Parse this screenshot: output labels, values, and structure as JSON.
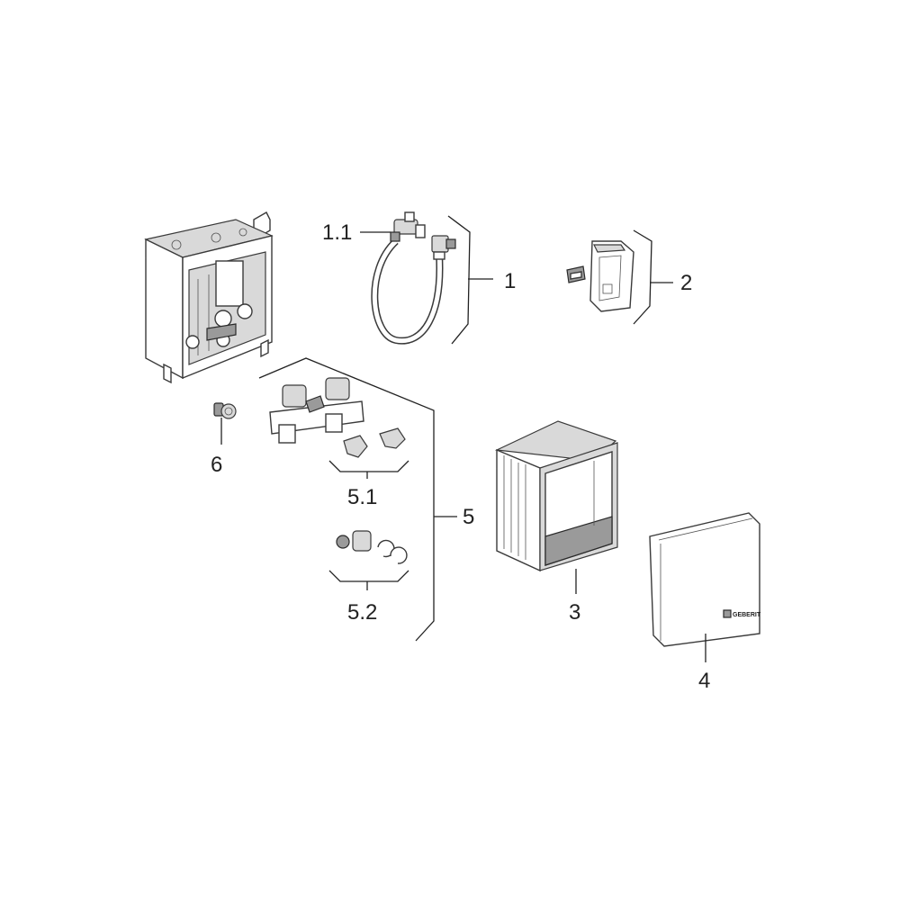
{
  "callouts": {
    "c1_1": "1.1",
    "c1": "1",
    "c2": "2",
    "c3": "3",
    "c4": "4",
    "c5": "5",
    "c5_1": "5.1",
    "c5_2": "5.2",
    "c6": "6"
  },
  "brand_mark": "GEBERIT"
}
